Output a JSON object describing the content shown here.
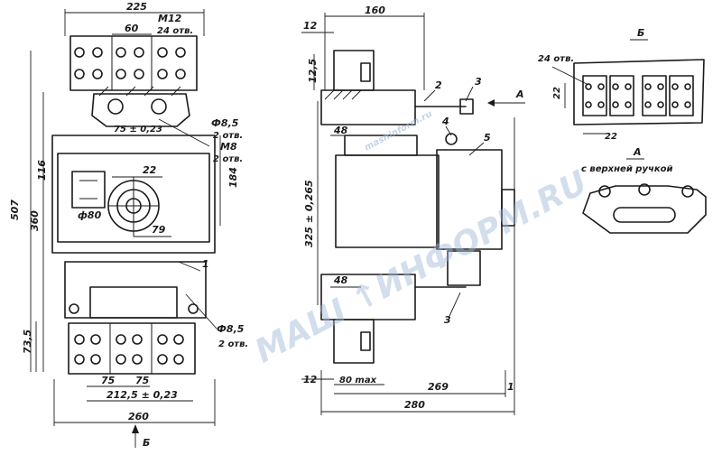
{
  "front_view": {
    "width_top": "225",
    "pitch_top": "60",
    "thread": "M12",
    "thread_holes": "24 отв.",
    "hole_dia_top": "Ф8,5",
    "hole_count_top": "2 отв.",
    "thread_small": "M8",
    "thread_small_holes": "2 отв.",
    "spacing_tol": "75 ± 0,23",
    "offset_22": "22",
    "dim_116": "116",
    "dim_184": "184",
    "dim_507": "507",
    "dim_360": "360",
    "dia_80": "ф80",
    "dim_79": "79",
    "dim_73_5": "73,5",
    "pitch_bottom_1": "75",
    "pitch_bottom_2": "75",
    "span_bottom": "212,5 ± 0,23",
    "width_bottom": "260",
    "hole_dia_bottom": "Ф8,5",
    "hole_count_bottom": "2 отв.",
    "view_b_arrow": "Б",
    "callout_1": "1"
  },
  "side_view": {
    "depth_top": "160",
    "dim_12_top": "12",
    "dim_12_5": "12,5",
    "dim_48_top": "48",
    "height_tol": "325 ± 0,265",
    "dim_48_bottom": "48",
    "dim_12_bottom": "12",
    "dim_80max": "80 max",
    "dim_269": "269",
    "dim_280": "280",
    "dim_1": "1",
    "callout_2": "2",
    "callout_3a": "3",
    "callout_3b": "3",
    "callout_4": "4",
    "callout_5": "5",
    "arrow_a": "A"
  },
  "detail_b": {
    "title": "Б",
    "holes": "24 отв.",
    "dim_22_v": "22",
    "dim_22_h": "22"
  },
  "detail_a": {
    "title": "A",
    "subtitle": "с верхней ручкой"
  },
  "watermark": {
    "text": "МАШ ↑ИНФОРМ.RU",
    "url": "mashinform.ru"
  }
}
